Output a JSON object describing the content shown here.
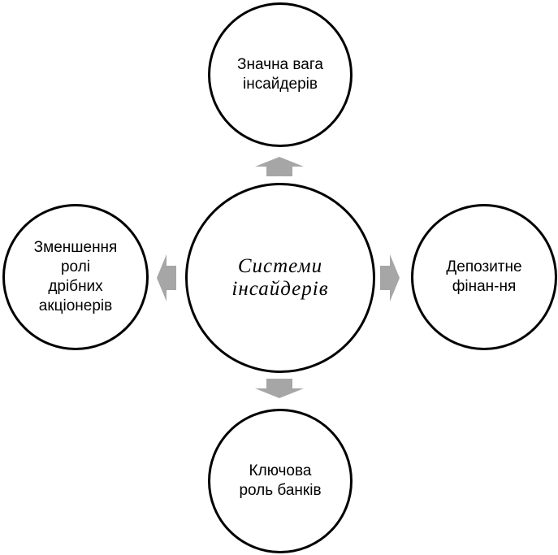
{
  "diagram": {
    "center": {
      "text": "Системи\nінсайдерів"
    },
    "nodes": {
      "top": {
        "text": "Значна вага\nінсайдерів"
      },
      "right": {
        "text": "Депозитне\nфінан-ня"
      },
      "bottom": {
        "text": "Ключова\nроль банків"
      },
      "left": {
        "text": "Зменшення\nролі\nдрібних\nакціонерів"
      }
    },
    "colors": {
      "outline": "#000000",
      "arrow": "#a6a6a6",
      "background": "#ffffff"
    },
    "icons": {
      "up": "arrow-up-icon",
      "right": "arrow-right-icon",
      "down": "arrow-down-icon",
      "left": "arrow-left-icon"
    }
  }
}
